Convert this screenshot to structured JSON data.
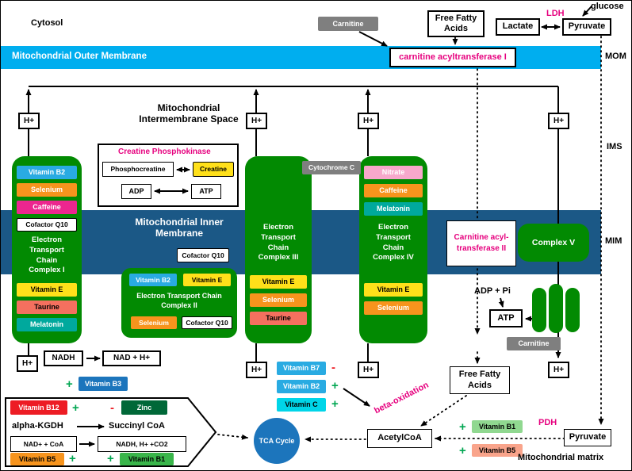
{
  "palette": {
    "mom_cyan": "#00AEEF",
    "mim_blue": "#1B5886",
    "complex_green": "#028A02",
    "magenta": "#E6007E",
    "sky_blue": "#29ABE2",
    "mid_blue": "#1C75BC",
    "orange": "#F7941D",
    "pink": "#EC268F",
    "light_pink": "#F7A8CB",
    "teal": "#00A99D",
    "yellow": "#FFE01A",
    "coral": "#F4705F",
    "salmon": "#F9A48B",
    "cyan": "#00D5E8",
    "red": "#ED1C24",
    "dark_green": "#006838",
    "bright_green": "#39B54A",
    "light_green": "#90D890",
    "gray": "#7F7F7F",
    "tca_blue": "#1C75BC",
    "plus_green": "#00A651",
    "minus_red": "#ED1C24"
  },
  "labels": {
    "h_plus": "H+",
    "plus": "+",
    "minus": "-"
  },
  "cytosol": {
    "title": "Cytosol",
    "carnitine": "Carnitine",
    "free_fatty_acids": "Free Fatty Acids",
    "lactate": "Lactate",
    "ldh": "LDH",
    "pyruvate": "Pyruvate",
    "glucose": "glucose"
  },
  "mom": {
    "label": "Mitochondrial Outer Membrane",
    "enzyme": "carnitine acyltransferase I",
    "tag": "MOM"
  },
  "ims": {
    "label": "Mitochondrial Intermembrane Space",
    "tag": "IMS"
  },
  "mim": {
    "label": "Mitochondrial Inner Membrane",
    "tag": "MIM"
  },
  "cpk": {
    "title": "Creatine Phosphokinase",
    "phosphocreatine": "Phosphocreatine",
    "creatine": "Creatine",
    "adp": "ADP",
    "atp": "ATP"
  },
  "complex1": {
    "name": "Electron Transport Chain Complex I",
    "items_top": [
      "Vitamin B2",
      "Selenium",
      "Caffeine",
      "Cofactor Q10"
    ],
    "items_bottom": [
      "Vitamin E",
      "Taurine",
      "Melatonin"
    ]
  },
  "complex2": {
    "name": "Electron Transport Chain Complex II",
    "cofactor_above": "Cofactor Q10",
    "items_top": [
      "Vitamin B2",
      "Vitamin E"
    ],
    "items_bottom": [
      "Selenium",
      "Cofactor Q10"
    ]
  },
  "complex3": {
    "name": "Electron Transport Chain Complex III",
    "items": [
      "Vitamin E",
      "Selenium",
      "Taurine"
    ]
  },
  "cytochrome_c": "Cytochrome C",
  "complex4": {
    "name": "Electron Transport Chain Complex IV",
    "items_top": [
      "Nitrate",
      "Caffeine",
      "Melatonin"
    ],
    "items_bottom": [
      "Vitamin E",
      "Selenium"
    ]
  },
  "cat2": "Carnitine acyl-transferase II",
  "complex5": {
    "name": "Complex V",
    "adp_pi": "ADP + Pi",
    "atp": "ATP",
    "carnitine": "Carnitine"
  },
  "nadh_reaction": {
    "nadh": "NADH",
    "nad_h": "NAD + H+",
    "vitamin_b3": "Vitamin B3"
  },
  "modulators_c4": [
    {
      "label": "Vitamin B7",
      "sign": "-"
    },
    {
      "label": "Vitamin B2",
      "sign": "+"
    },
    {
      "label": "Vitamin C",
      "sign": "+"
    }
  ],
  "beta_oxidation": "beta-oxidation",
  "free_fatty_acids_matrix": "Free Fatty Acids",
  "kgdh_box": {
    "vitamin_b12": "Vitamin B12",
    "zinc": "Zinc",
    "alpha_kgdh": "alpha-KGDH",
    "succinyl_coa": "Succinyl CoA",
    "nad_coa": "NAD+ + CoA",
    "nadh_co2": "NADH, H+ +CO2",
    "vitamin_b5": "Vitamin B5",
    "vitamin_b1": "Vitamin B1"
  },
  "tca": "TCA Cycle",
  "acetyl_coa": "AcetylCoA",
  "pdh": {
    "label": "PDH",
    "vitamin_b1": "Vitamin B1",
    "vitamin_b5": "Vitamin B5",
    "pyruvate": "Pyruvate"
  },
  "matrix_label": "Mitochondrial matrix"
}
